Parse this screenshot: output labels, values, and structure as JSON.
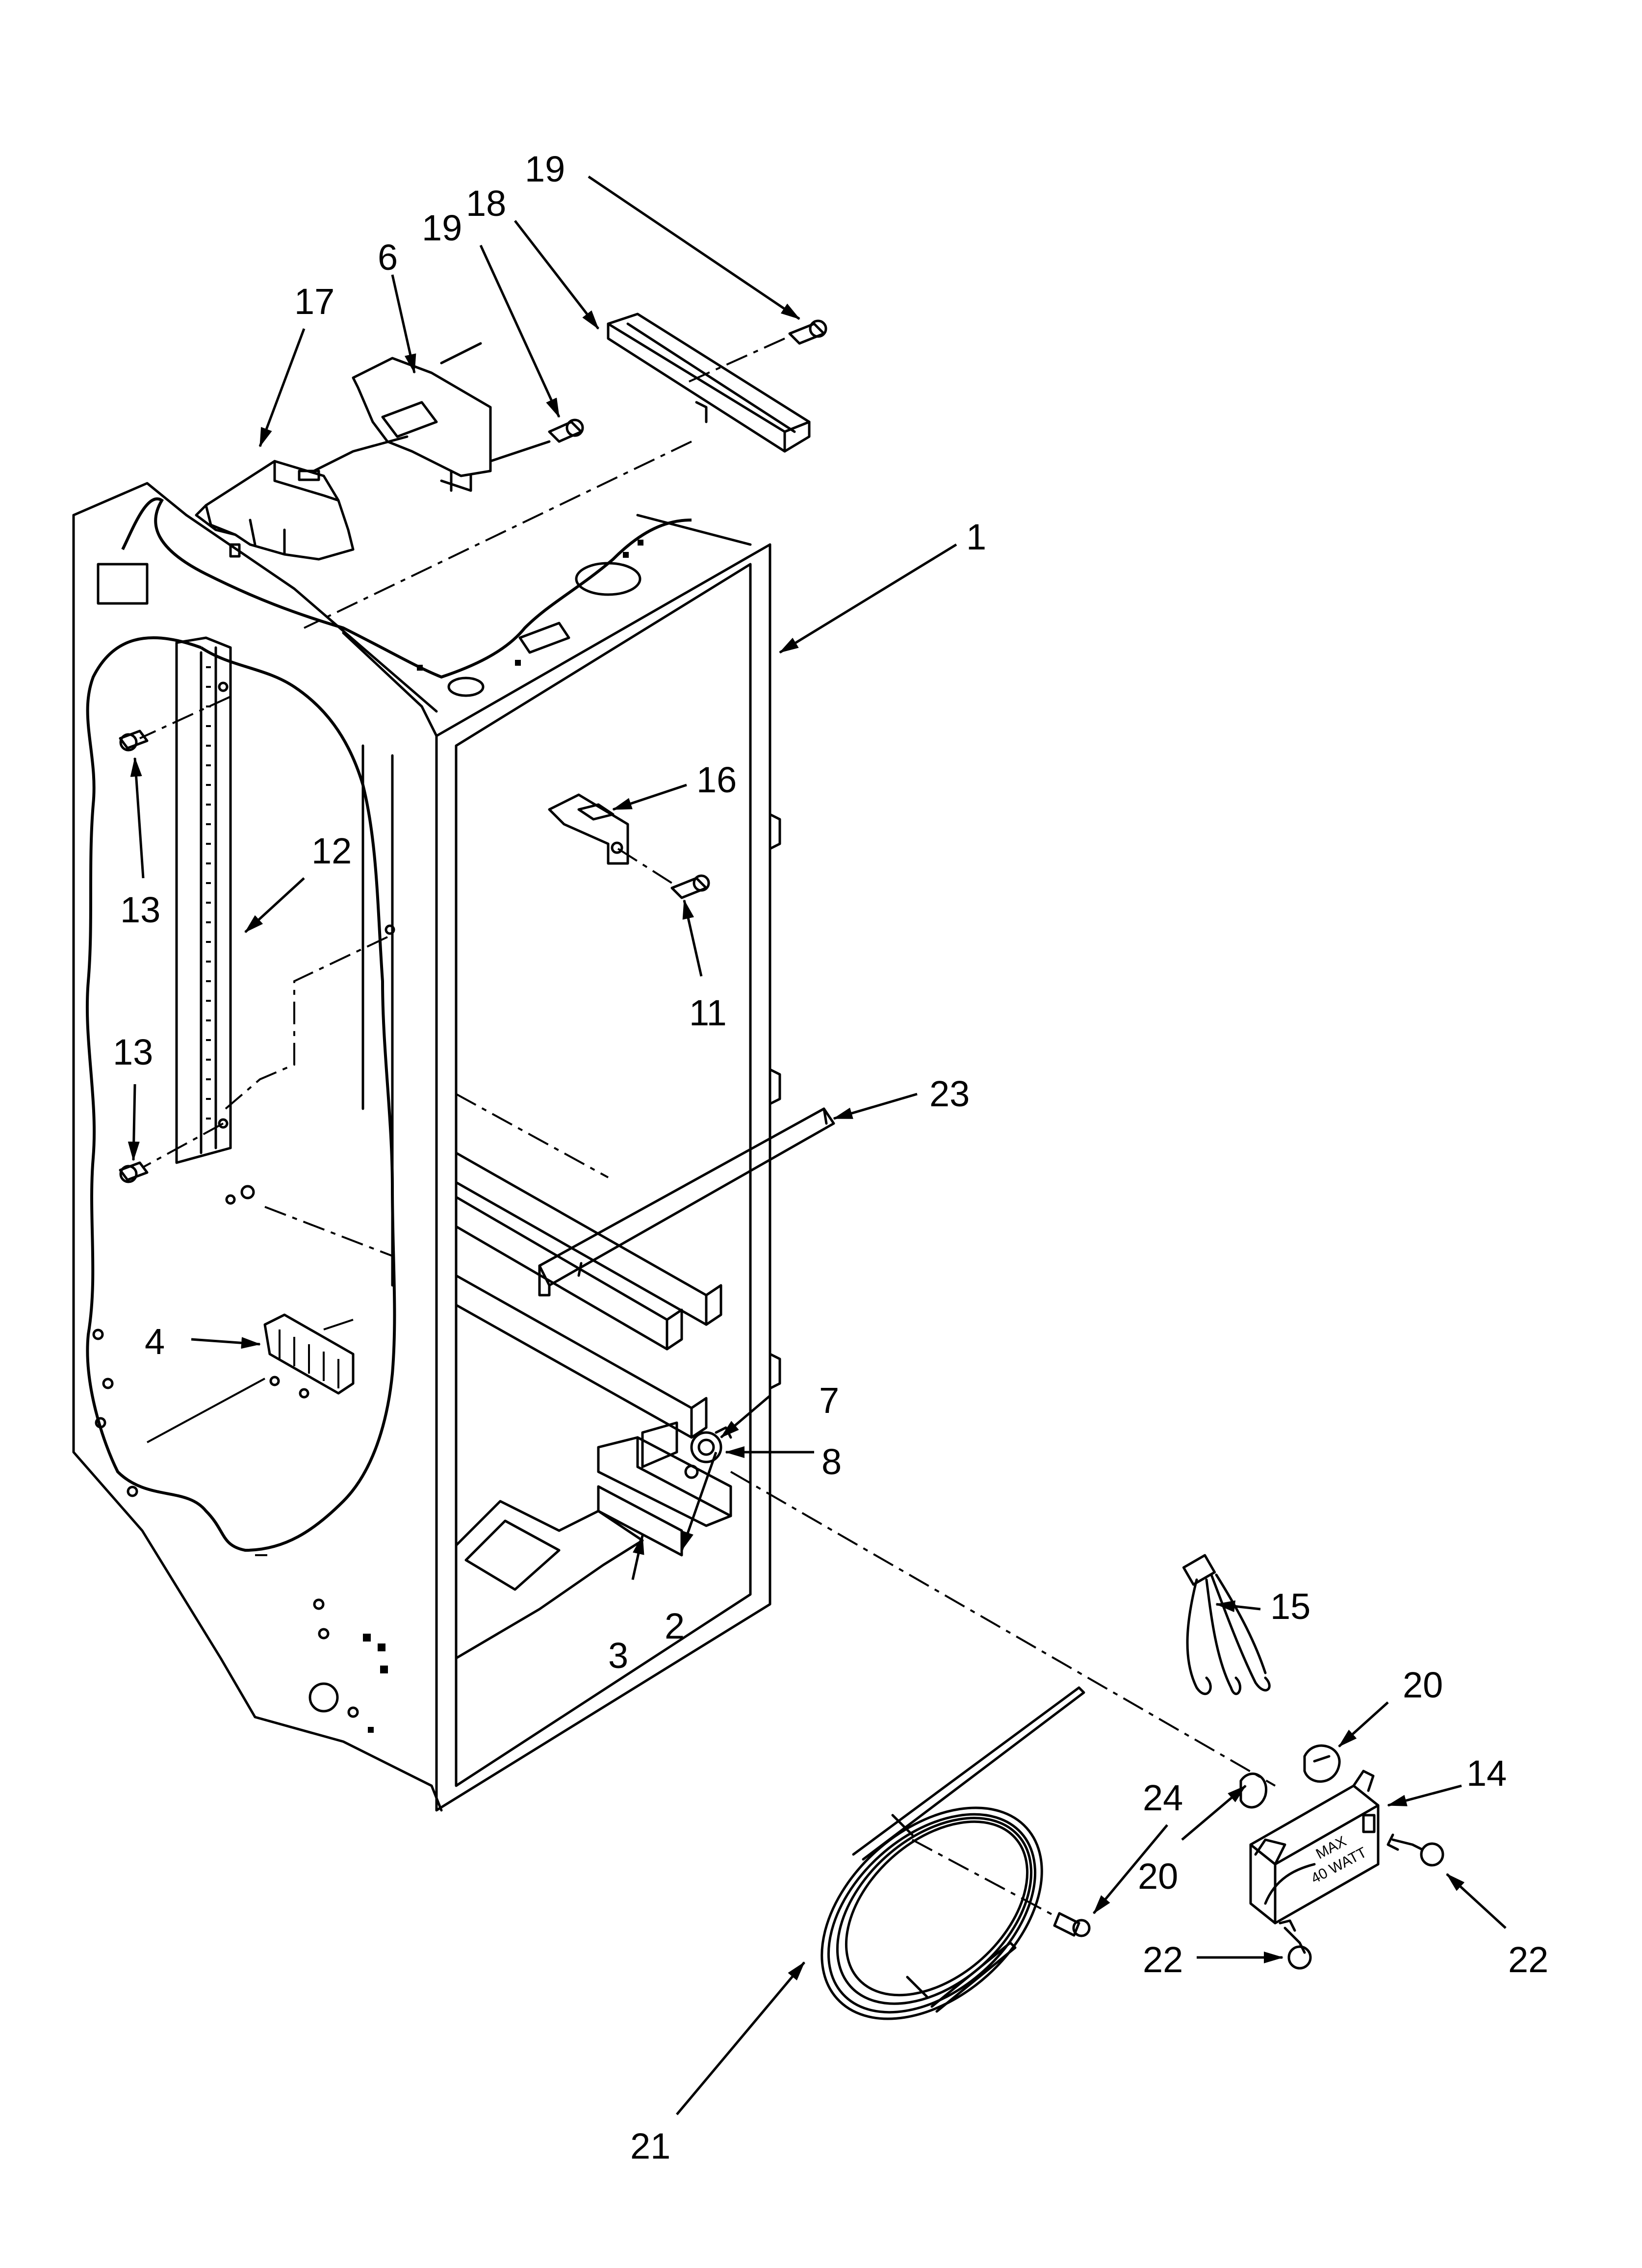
{
  "callouts": {
    "c1": "1",
    "c2": "2",
    "c3": "3",
    "c4": "4",
    "c6": "6",
    "c7": "7",
    "c8": "8",
    "c11": "11",
    "c12": "12",
    "c13a": "13",
    "c13b": "13",
    "c14": "14",
    "c15": "15",
    "c16": "16",
    "c17": "17",
    "c18": "18",
    "c19a": "19",
    "c19b": "19",
    "c20a": "20",
    "c20b": "20",
    "c21": "21",
    "c22a": "22",
    "c22b": "22",
    "c23": "23",
    "c24": "24"
  },
  "light_box": {
    "line1": "MAX",
    "line2": "40 WATT"
  }
}
